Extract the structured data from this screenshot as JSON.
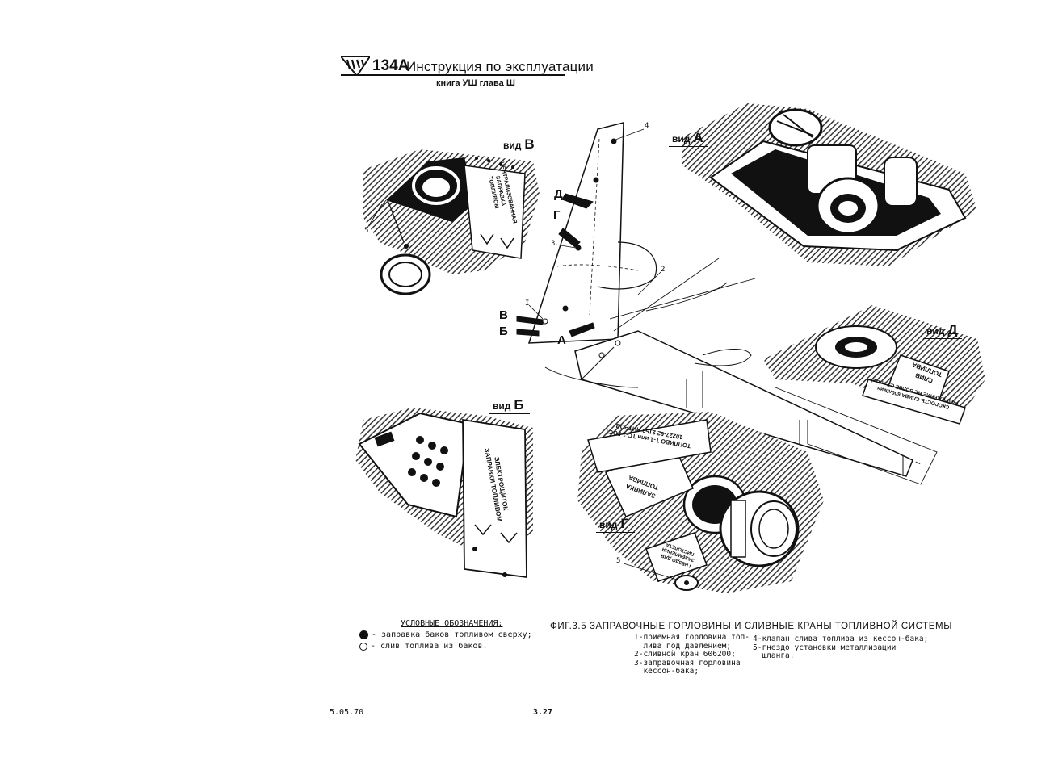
{
  "header": {
    "code": "134А",
    "title": "Инструкция по эксплуатации",
    "subtitle": "книга УШ  глава Ш"
  },
  "views": {
    "view_v": {
      "prefix": "вид",
      "letter": "В"
    },
    "view_a": {
      "prefix": "вид",
      "letter": "А"
    },
    "view_d": {
      "prefix": "вид",
      "letter": "Д"
    },
    "view_b": {
      "prefix": "вид",
      "letter": "Б"
    },
    "view_g": {
      "prefix": "вид",
      "letter": "Г"
    }
  },
  "arrows": {
    "d": "Д",
    "g": "Г",
    "v": "В",
    "b": "Б",
    "a": "А"
  },
  "callouts": {
    "n4": "4",
    "n3": "3",
    "n2": "2",
    "n1": "I",
    "n5_top": "5",
    "n5_bottom": "5"
  },
  "legend": {
    "title": "УСЛОВНЫЕ ОБОЗНАЧЕНИЯ:",
    "item1": "- заправка баков топливом сверху;",
    "item2": "- слив топлива из баков."
  },
  "caption": "ФИГ.3.5  ЗАПРАВОЧНЫЕ  ГОРЛОВИНЫ  И  СЛИВНЫЕ  КРАНЫ  ТОПЛИВНОЙ  СИСТЕМЫ",
  "notes": {
    "left": "I-приемная горловина топ-\n  лива под давлением;\n2-сливной кран 606200;\n3-заправочная горловина\n  кессон-бака;",
    "right": "4-клапан слива топлива из кессон-бака;\n5-гнездо установки металлизации\n  шланга."
  },
  "footer": {
    "date": "5.05.70",
    "page": "3.27"
  },
  "signs": {
    "panel_v": "ЦЕНТРАЛИЗОВАННАЯ ЗАПРАВКА ТОПЛИВОМ",
    "panel_b": "ЭЛЕКТРОЩИТОК ЗАПРАВКИ ТОПЛИВОМ",
    "drain": "СЛИВ ТОПЛИВА",
    "drain_speed": "СКОРОСТЬ СЛИВА 600л/мин РАЗРЕЖЕНИЕ НЕ БОЛЕЕ 0,2 кг/см²",
    "filler": "ЗАЛИВКА ТОПЛИВА",
    "fuel_grade": "ТОПЛИВО Т-1 или ТС-1 ГОСТ 10227-62 2150 ЛИТРОВ",
    "ground": "ГНЕЗДО ДЛЯ ЗАЗЕМЛЕНИЯ ПИСТОЛЕТА"
  }
}
